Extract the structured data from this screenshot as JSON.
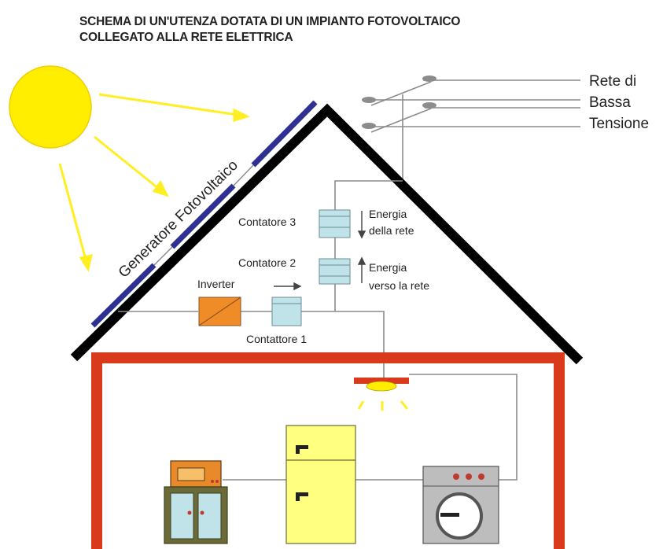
{
  "title": {
    "line1": "SCHEMA DI UN'UTENZA DOTATA DI UN IMPIANTO FOTOVOLTAICO",
    "line2": "COLLEGATO ALLA RETE ELETTRICA"
  },
  "labels": {
    "grid_line1": "Rete di",
    "grid_line2": "Bassa",
    "grid_line3": "Tensione",
    "generator": "Generatore Fotovoltaico",
    "inverter": "Inverter",
    "meter1": "Contattore 1",
    "meter2": "Contatore 2",
    "meter3": "Contatore 3",
    "energy_from_grid_1": "Energia",
    "energy_from_grid_2": "della rete",
    "energy_to_grid_1": "Energia",
    "energy_to_grid_2": "verso la rete"
  },
  "colors": {
    "sun": "#ffee00",
    "sun_rays": "#ffee22",
    "panel": "#2e3192",
    "roof": "#000000",
    "wall": "#d93a1c",
    "inverter": "#f08c28",
    "meter": "#bfe3e8",
    "fridge": "#ffff80",
    "wire": "#8c8c8c"
  }
}
